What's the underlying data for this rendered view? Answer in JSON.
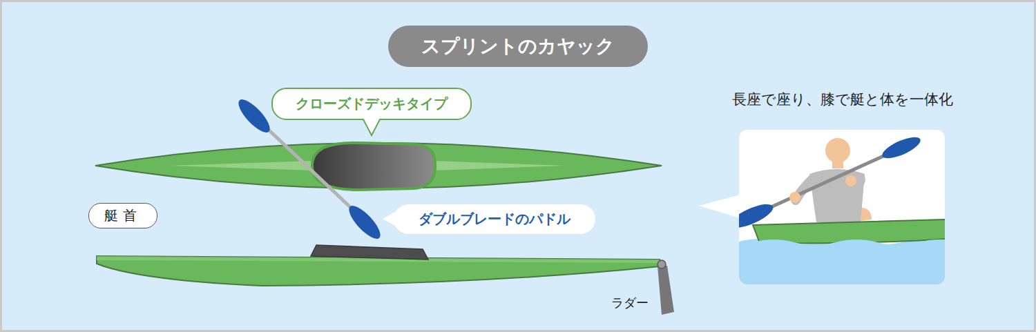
{
  "diagram": {
    "title": "スプリントのカヤック",
    "nodes": [
      {
        "text": [
          "クローズドデッキタイプ"
        ]
      },
      {
        "text": [
          "艇首"
        ]
      },
      {
        "text": [
          "ダブルブレードのパドル"
        ]
      }
    ],
    "edges": [],
    "labels": [
      "ラダー",
      "長座で座り、膝で艇と体を一体化"
    ]
  }
}
